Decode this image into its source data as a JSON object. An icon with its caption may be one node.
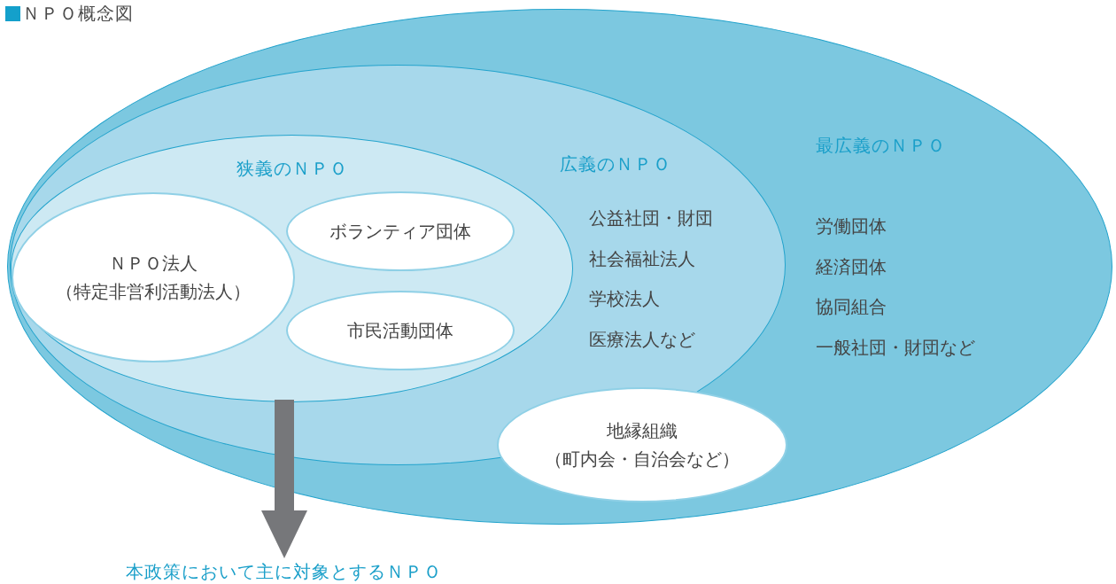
{
  "diagram": {
    "title": "ＮＰＯ概念図",
    "nodes": [
      {
        "text": [
          "最広義のＮＰＯ",
          "労働団体",
          "経済団体",
          "協同組合",
          "一般社団・財団など"
        ]
      },
      {
        "text": [
          "広義のＮＰＯ",
          "公益社団・財団",
          "社会福祉法人",
          "学校法人",
          "医療法人など"
        ],
        "in": 0
      },
      {
        "text": [
          "狭義のＮＰＯ"
        ],
        "in": 1
      },
      {
        "text": [
          "ＮＰＯ法人",
          "（特定非営利活動法人）"
        ],
        "in": 2
      },
      {
        "text": [
          "ボランティア団体"
        ],
        "in": 2
      },
      {
        "text": [
          "市民活動団体"
        ],
        "in": 2
      },
      {
        "text": [
          "地縁組織",
          "（町内会・自治会など）"
        ],
        "in": 0
      },
      {
        "text": [
          "本政策において主に対象とするＮＰＯ"
        ]
      }
    ],
    "edges": [
      {
        "from": 2,
        "to": 7,
        "arrow": "to",
        "color": "#76777a"
      }
    ]
  }
}
